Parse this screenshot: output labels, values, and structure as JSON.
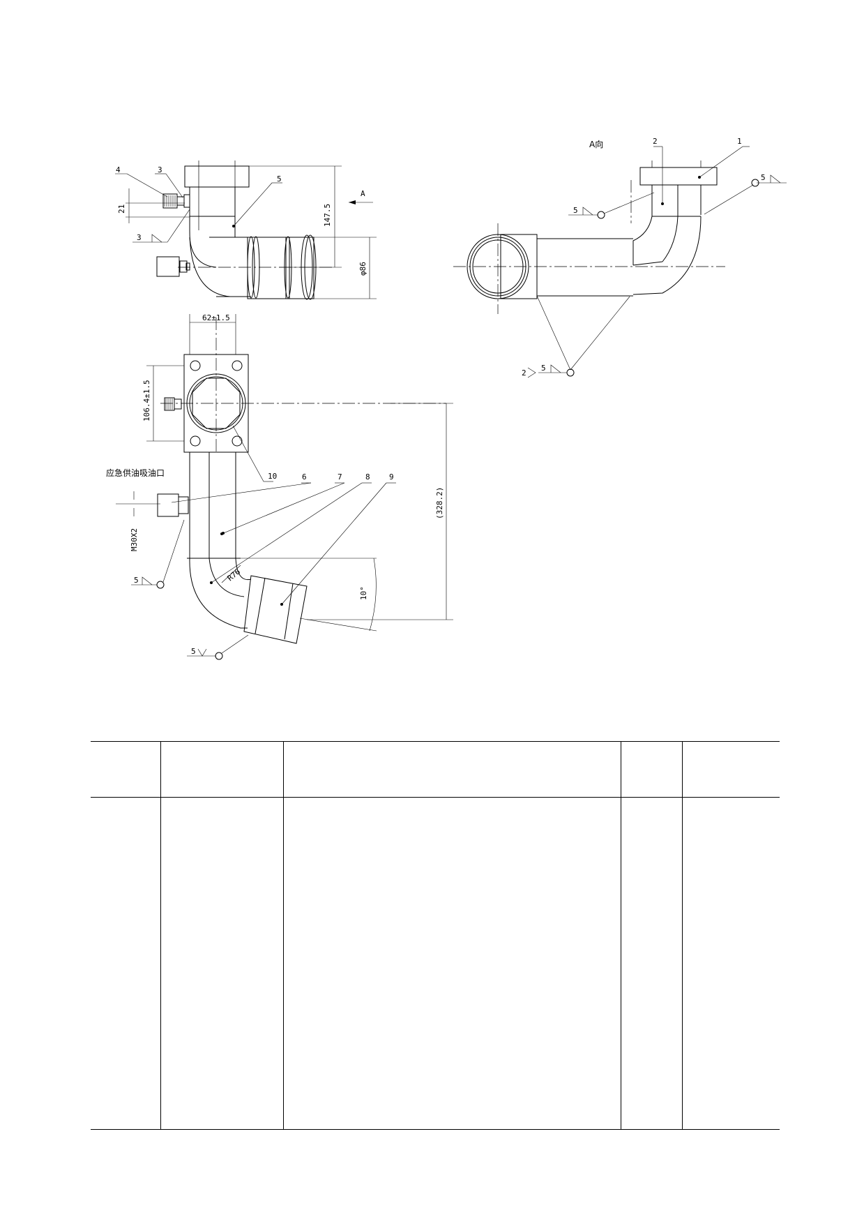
{
  "drawing": {
    "view_label_A": "A向",
    "arrow_label_A": "A",
    "emergency_port_label": "应急供油吸油口",
    "thread_label": "M30X2",
    "balloons": [
      "1",
      "2",
      "3",
      "3",
      "4",
      "5",
      "6",
      "7",
      "8",
      "9",
      "10"
    ],
    "weld_symbols": {
      "weld_3": "3",
      "weld_5": "5",
      "weld_2": "2"
    },
    "dimensions": {
      "d21": "21",
      "d147_5": "147.5",
      "d86": "φ86",
      "d62": "62±1.5",
      "d106": "106.4±1.5",
      "d328": "(328.2)",
      "angle10": "10°",
      "radius": "R76"
    }
  },
  "bom": {
    "columns": 5,
    "header": [
      "",
      "",
      "",
      "",
      ""
    ],
    "rows": []
  }
}
